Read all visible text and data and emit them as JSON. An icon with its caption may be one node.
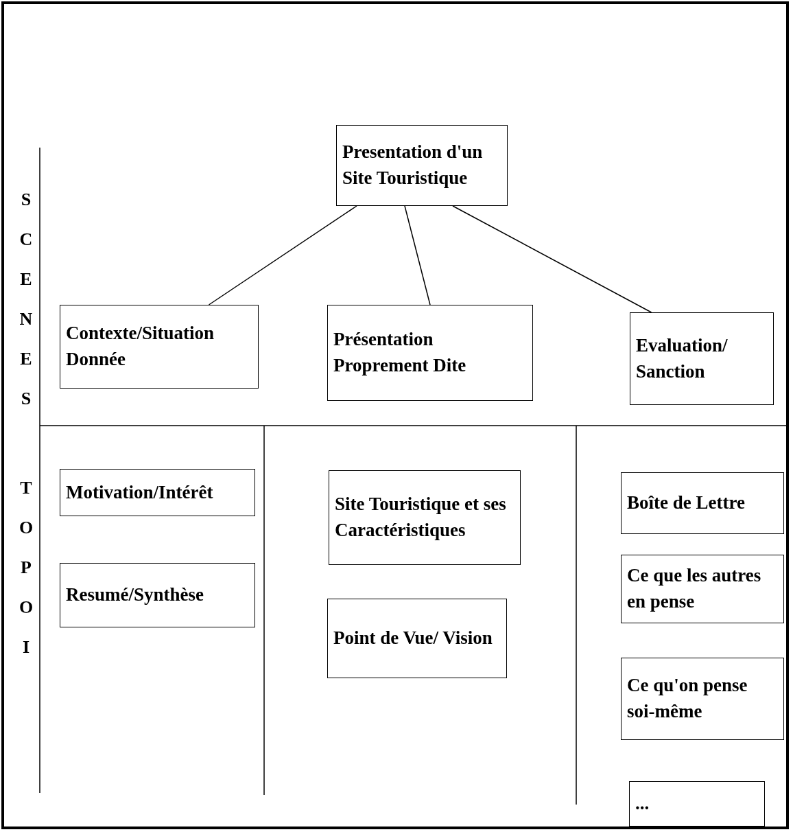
{
  "diagram": {
    "nodes": [
      {
        "text": [
          "Presentation d'un Site Touristique"
        ]
      },
      {
        "text": [
          "Contexte/Situation Donnée"
        ]
      },
      {
        "text": [
          "Présentation Proprement Dite"
        ]
      },
      {
        "text": [
          "Evaluation/ Sanction"
        ]
      },
      {
        "text": [
          "Motivation/Intérêt"
        ]
      },
      {
        "text": [
          "Resumé/Synthèse"
        ]
      },
      {
        "text": [
          "Site Touristique et ses Caractéristiques"
        ]
      },
      {
        "text": [
          "Point de Vue/ Vision"
        ]
      },
      {
        "text": [
          "Boîte de Lettre"
        ]
      },
      {
        "text": [
          "Ce que les autres en pense"
        ]
      },
      {
        "text": [
          "Ce qu'on pense soi-même"
        ]
      },
      {
        "text": [
          "..."
        ]
      }
    ],
    "edges": [
      {
        "from": 0,
        "to": 1,
        "arrow": "none"
      },
      {
        "from": 0,
        "to": 2,
        "arrow": "none"
      },
      {
        "from": 0,
        "to": 3,
        "arrow": "none"
      }
    ],
    "labels": [
      "SCENES",
      "TOPOI"
    ]
  }
}
